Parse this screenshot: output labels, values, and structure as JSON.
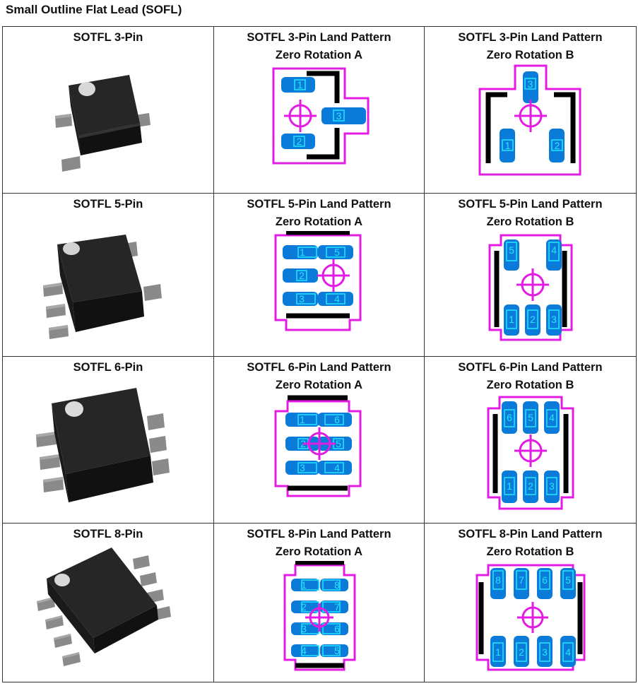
{
  "page_title": "Small Outline Flat Lead (SOFL)",
  "colors": {
    "outline": "#e31ce3",
    "pad": "#0a7bd9",
    "pad_label": "#25e4ff",
    "silk": "#000000",
    "body": "#1c1c1c",
    "lead": "#8a8a8a"
  },
  "rows": [
    {
      "package_title": "SOTFL 3-Pin",
      "a_title": [
        "SOTFL 3-Pin Land Pattern",
        "Zero Rotation A"
      ],
      "b_title": [
        "SOTFL 3-Pin Land Pattern",
        "Zero Rotation B"
      ],
      "a_pins": [
        "1",
        "2",
        "3"
      ],
      "b_pins": [
        "3",
        "1",
        "2"
      ]
    },
    {
      "package_title": "SOTFL 5-Pin",
      "a_title": [
        "SOTFL 5-Pin Land Pattern",
        "Zero Rotation A"
      ],
      "b_title": [
        "SOTFL 5-Pin Land Pattern",
        "Zero Rotation B"
      ],
      "a_pins": [
        "1",
        "2",
        "3",
        "5",
        "4"
      ],
      "b_pins": [
        "5",
        "4",
        "1",
        "2",
        "3"
      ]
    },
    {
      "package_title": "SOTFL 6-Pin",
      "a_title": [
        "SOTFL 6-Pin Land Pattern",
        "Zero Rotation A"
      ],
      "b_title": [
        "SOTFL 6-Pin Land Pattern",
        "Zero Rotation B"
      ],
      "a_pins": [
        "1",
        "2",
        "3",
        "6",
        "5",
        "4"
      ],
      "b_pins": [
        "6",
        "5",
        "4",
        "1",
        "2",
        "3"
      ]
    },
    {
      "package_title": "SOTFL 8-Pin",
      "a_title": [
        "SOTFL 8-Pin Land Pattern",
        "Zero Rotation A"
      ],
      "b_title": [
        "SOTFL 8-Pin Land Pattern",
        "Zero Rotation B"
      ],
      "a_pins": [
        "1",
        "2",
        "3",
        "4",
        "8",
        "7",
        "6",
        "5"
      ],
      "b_pins": [
        "8",
        "7",
        "6",
        "5",
        "1",
        "2",
        "3",
        "4"
      ]
    }
  ]
}
